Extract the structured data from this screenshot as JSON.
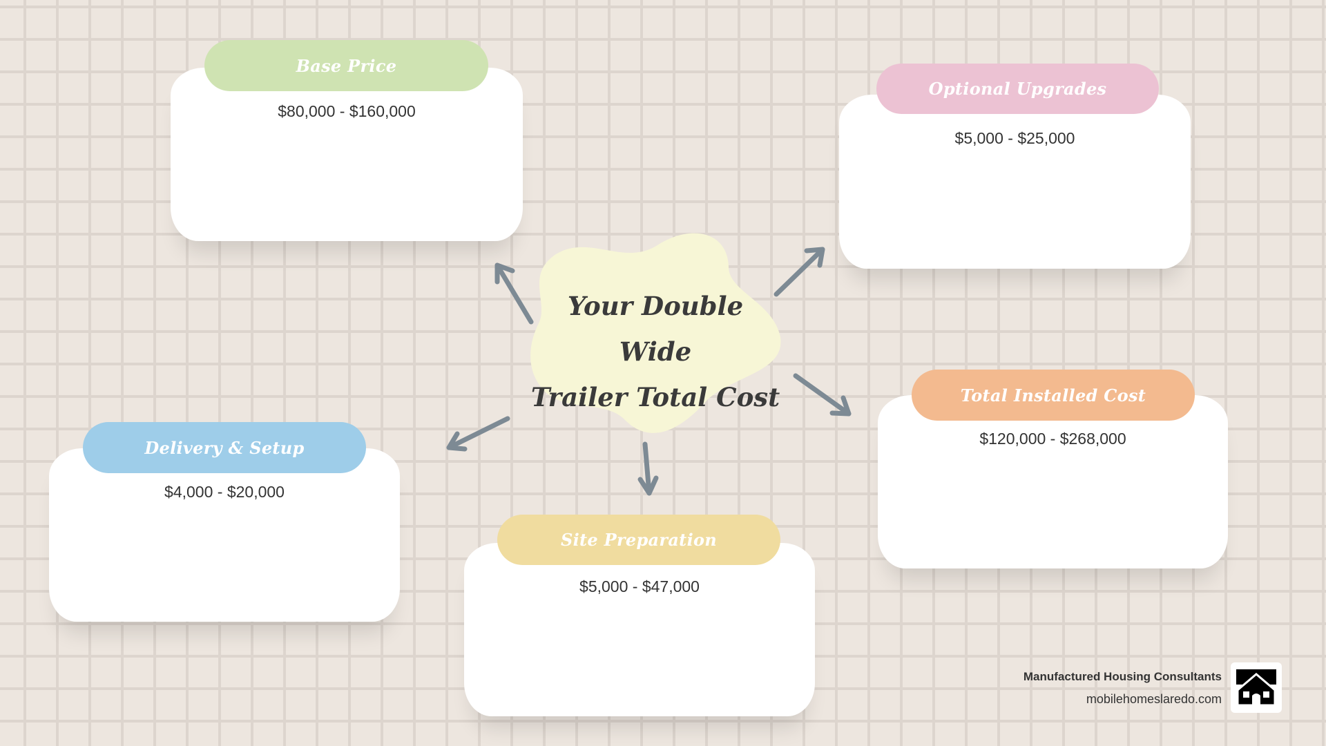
{
  "center": {
    "line1": "Your Double Wide",
    "line2": "Trailer Total Cost"
  },
  "cards": [
    {
      "title": "Base Price",
      "range": "$80,000 - $160,000",
      "color": "#cfe3b2"
    },
    {
      "title": "Optional Upgrades",
      "range": "$5,000 - $25,000",
      "color": "#ecc2d3"
    },
    {
      "title": "Total Installed Cost",
      "range": "$120,000 - $268,000",
      "color": "#f3ba8f"
    },
    {
      "title": "Delivery & Setup",
      "range": "$4,000 - $20,000",
      "color": "#9ecde9"
    },
    {
      "title": "Site Preparation",
      "range": "$5,000 - $47,000",
      "color": "#f0dc9f"
    }
  ],
  "brand": {
    "name": "Manufactured Housing Consultants",
    "url": "mobilehomeslaredo.com",
    "logo_icon": "house-icon"
  }
}
